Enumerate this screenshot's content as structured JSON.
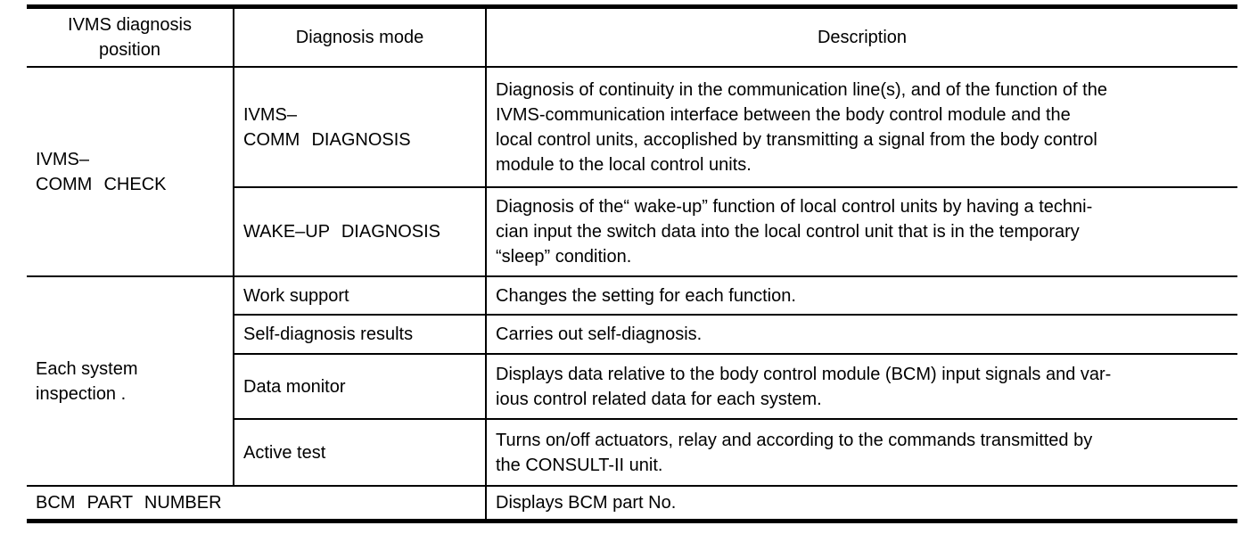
{
  "table": {
    "header": {
      "position": "IVMS diagnosis\nposition",
      "mode": "Diagnosis mode",
      "description": "Description"
    },
    "groups": [
      {
        "position": "IVMS–\nCOMM CHECK",
        "rows": [
          {
            "mode": "IVMS–\nCOMM DIAGNOSIS",
            "description": "Diagnosis of continuity in the communication line(s), and of the function of the\nIVMS-communication interface between the body control module and the\nlocal control units, accoplished by transmitting a signal from the body control\nmodule to the local control units."
          },
          {
            "mode": "WAKE–UP DIAGNOSIS",
            "description": "Diagnosis of the“ wake-up” function of local control units by having a techni-\ncian input the switch data into the local control unit that is in the temporary\n“sleep” condition."
          }
        ]
      },
      {
        "position": "Each system\ninspection .",
        "rows": [
          {
            "mode": "Work support",
            "description": "Changes the setting for each function."
          },
          {
            "mode": "Self-diagnosis results",
            "description": "Carries out self-diagnosis."
          },
          {
            "mode": "Data monitor",
            "description": "Displays data relative to the body control module (BCM) input signals and var-\nious control related data for each system."
          },
          {
            "mode": "Active test",
            "description": "Turns on/off actuators, relay and according to the commands transmitted by\nthe CONSULT-II unit."
          }
        ]
      }
    ],
    "footer_row": {
      "position": "BCM PART NUMBER",
      "description": "Displays BCM part No."
    }
  }
}
